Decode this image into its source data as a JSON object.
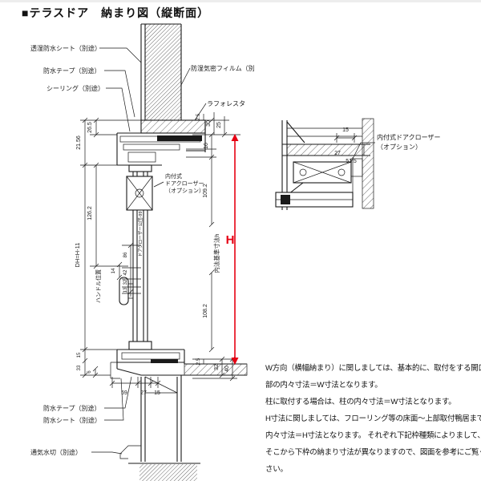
{
  "title": "■テラスドア　納まり図（縦断面）",
  "colors": {
    "red": "#e60012",
    "line": "#1a1a1a"
  },
  "labels": {
    "sheet_top": "透湿防水シート（別途）",
    "tape_top": "防水テープ（別途）",
    "sealing": "シーリング（別途）",
    "film": "防湿気密フィルム（別",
    "laforesta": "ラフォレスタ",
    "closer1": "内付式",
    "closer2": "ドアクローザー",
    "closer3": "（オプション）",
    "closer_model": "ドアクローザー公団-99",
    "handle": "ハンドル位置",
    "dh": "DH=H-11",
    "uchinori": "内法基準寸法h",
    "H": "H",
    "tape_bottom": "防水テープ（別途）",
    "sheet_bottom": "防水シート（別途）",
    "vent": "通気水切（別途）"
  },
  "dims_left": {
    "a": "26.5",
    "b": "21.56",
    "c": "126.2",
    "d": "86",
    "e": "42",
    "f": "32",
    "g": "13",
    "h": "14",
    "i": "15",
    "j": "33",
    "k": "6"
  },
  "dims_bottom": {
    "a": "59",
    "b": "27",
    "c": "15"
  },
  "dims_right": {
    "a": "2.5",
    "b": "30",
    "c": "25",
    "d": "16",
    "e": "109.2",
    "f": "108.2",
    "g": "2.5",
    "h": "32",
    "i": "40"
  },
  "detail": {
    "label1": "内付式ドアクローザー",
    "label2": "（オプション）",
    "d1": "15",
    "d2": "27",
    "d3": "51.5"
  },
  "notes": "W方向（横幅納まり）に関しましては、基本的に、取付をする開口\n部の内々寸法＝W寸法となります。\n柱に取付する場合は、柱の内々寸法＝W寸法となります。\nH寸法に関しましては、フローリング等の床面～上部取付鴨居までの\n内々寸法＝H寸法となります。 それぞれ下記枠種類によりまして、\nそこから下枠の納まり寸法が異なりますので、図面を参考にご覧くだ\nさい。"
}
